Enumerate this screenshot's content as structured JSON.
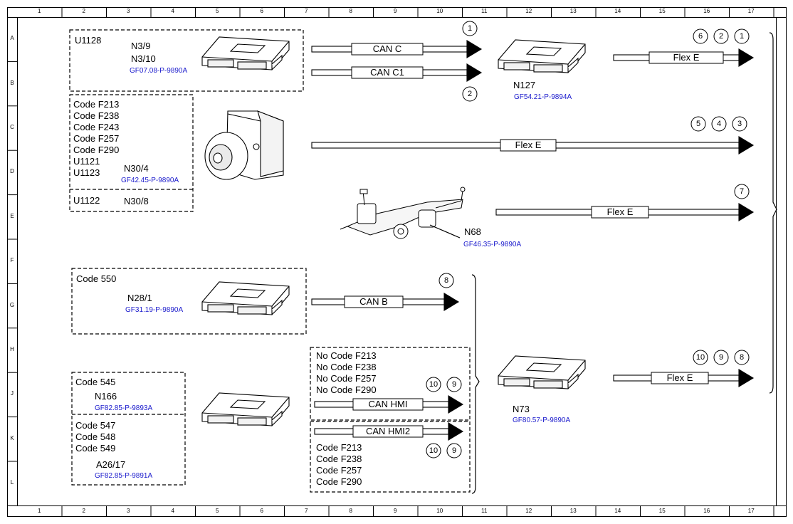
{
  "grid": {
    "columns": [
      "1",
      "2",
      "3",
      "4",
      "5",
      "6",
      "7",
      "8",
      "9",
      "10",
      "11",
      "12",
      "13",
      "14",
      "15",
      "16",
      "17"
    ],
    "rows": [
      "A",
      "B",
      "C",
      "D",
      "E",
      "F",
      "G",
      "H",
      "J",
      "K",
      "L"
    ]
  },
  "boxes": {
    "u1128": {
      "code": "U1128",
      "module1": "N3/9",
      "module2": "N3/10",
      "ref": "GF07.08-P-9890A"
    },
    "n30_4": {
      "codes": [
        "Code F213",
        "Code F238",
        "Code F243",
        "Code F257",
        "Code F290",
        "U1121",
        "U1123"
      ],
      "module": "N30/4",
      "ref": "GF42.45-P-9890A"
    },
    "n30_8": {
      "code": "U1122",
      "module": "N30/8"
    },
    "n28_1": {
      "code": "Code 550",
      "module": "N28/1",
      "ref": "GF31.19-P-9890A"
    },
    "n166": {
      "code": "Code 545",
      "module": "N166",
      "ref": "GF82.85-P-9893A"
    },
    "a26_17": {
      "codes": [
        "Code 547",
        "Code 548",
        "Code 549"
      ],
      "module": "A26/17",
      "ref": "GF82.85-P-9891A"
    },
    "hmi_no": {
      "codes": [
        "No Code F213",
        "No Code F238",
        "No Code F257",
        "No Code F290"
      ]
    },
    "hmi2": {
      "codes": [
        "Code F213",
        "Code F238",
        "Code F257",
        "Code F290"
      ]
    }
  },
  "modules": {
    "n127": {
      "label": "N127",
      "ref": "GF54.21-P-9894A"
    },
    "n68": {
      "label": "N68",
      "ref": "GF46.35-P-9890A"
    },
    "n73": {
      "label": "N73",
      "ref": "GF80.57-P-9890A"
    }
  },
  "buses": {
    "can_c": "CAN C",
    "can_c1": "CAN C1",
    "flex_e_1": "Flex E",
    "flex_e_2": "Flex E",
    "flex_e_3": "Flex E",
    "can_b": "CAN B",
    "can_hmi": "CAN HMI",
    "can_hmi2": "CAN HMI2",
    "flex_e_4": "Flex E"
  },
  "markers": {
    "m_can_c": [
      "1"
    ],
    "m_can_c1": [
      "2"
    ],
    "m_flex_top": [
      "6",
      "2",
      "1"
    ],
    "m_flex_c": [
      "5",
      "4",
      "3"
    ],
    "m_flex_e": [
      "7"
    ],
    "m_can_b": [
      "8"
    ],
    "m_can_hmi": [
      "10",
      "9"
    ],
    "m_can_hmi2": [
      "10",
      "9"
    ],
    "m_flex_n73": [
      "10",
      "9",
      "8"
    ]
  }
}
